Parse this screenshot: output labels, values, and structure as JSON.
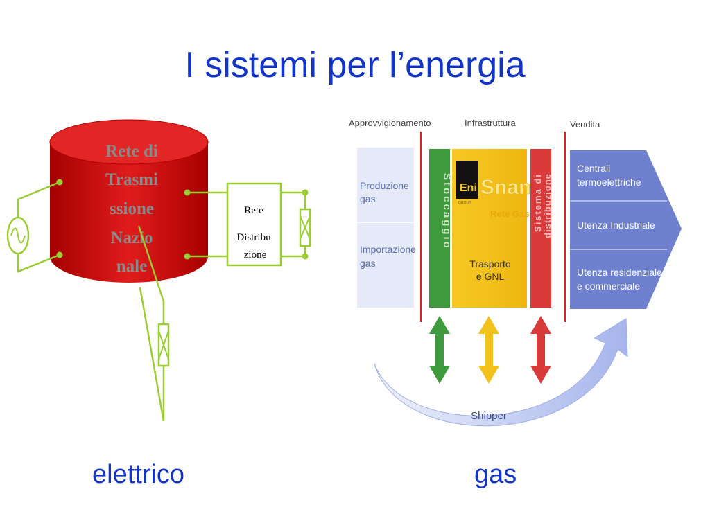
{
  "slide": {
    "title": "I sistemi per l’energia",
    "caption_left": "elettrico",
    "caption_right": "gas"
  },
  "electric": {
    "cylinder_label_lines": [
      "Rete di",
      "Trasmi",
      "ssione",
      "Nazio",
      "nale"
    ],
    "box_label_lines": [
      "Rete",
      "Distribu",
      "zione"
    ],
    "source_icon": "ac-source-icon",
    "switch_icon": "switch-icon",
    "colors": {
      "cylinder": "#d61414",
      "wire": "#9acd32",
      "label": "#8a8a8a"
    }
  },
  "gas": {
    "headers": {
      "supply": "Approvvigionamento",
      "infrastructure": "Infrastruttura",
      "sales": "Vendita"
    },
    "supply_items": [
      [
        "Produzione",
        "gas"
      ],
      [
        "Importazione",
        "gas"
      ]
    ],
    "storage_label": "Stoccaggio",
    "snam": {
      "eni": "Eni",
      "eni_sub": "GROUP",
      "name": "Snam",
      "sub": "Rete Gas",
      "transport_lines": [
        "Trasporto",
        "e GNL"
      ]
    },
    "distribution_lines": [
      "Sistema di",
      "distribuzione"
    ],
    "sales_items": [
      [
        "Centrali",
        "termoelettriche"
      ],
      [
        "Utenza Industriale"
      ],
      [
        "Utenza residenziale",
        "e commerciale"
      ]
    ],
    "shipper_label": "Shipper",
    "colors": {
      "storage": "#3e9a3c",
      "transport": "#f2c21c",
      "distribution": "#d93a3a",
      "sales": "#6f80cf",
      "supply": "#e6e9f7",
      "shipper": "#b5c2ef"
    }
  }
}
